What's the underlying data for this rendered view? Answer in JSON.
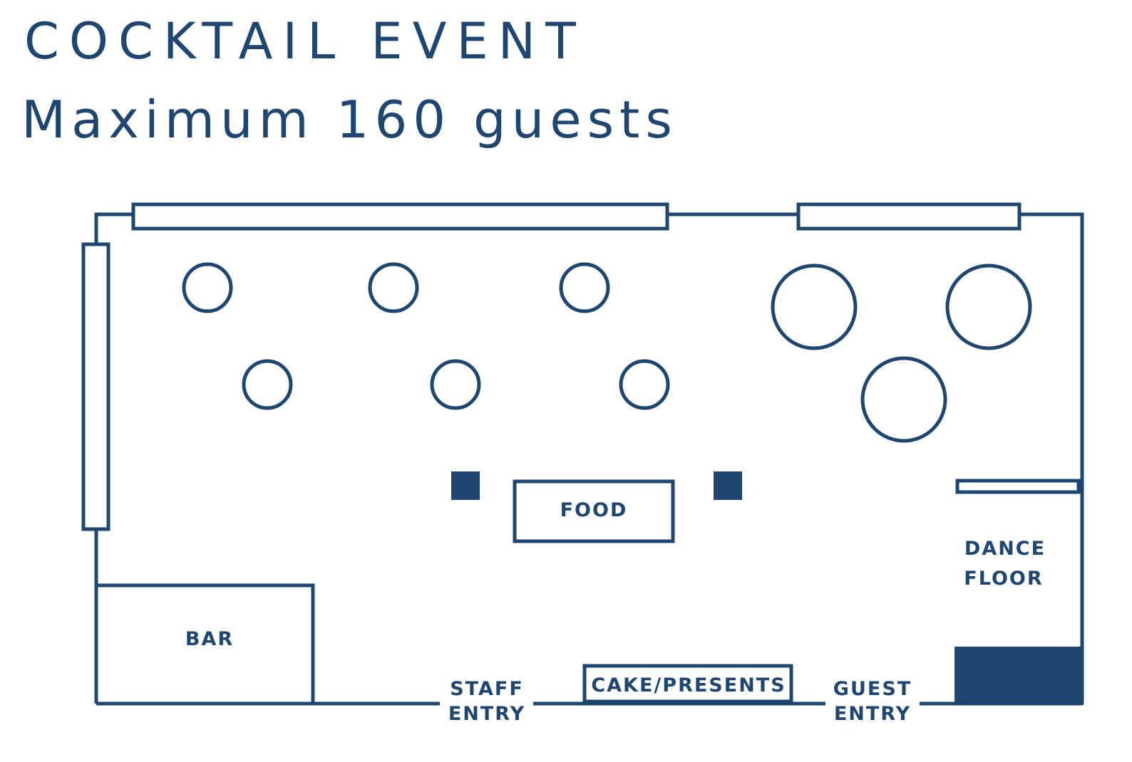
{
  "header": {
    "title": "COCKTAIL EVENT",
    "subtitle": "Maximum 160 guests"
  },
  "labels": {
    "food": "FOOD",
    "bar": "BAR",
    "dance_floor_line1": "DANCE",
    "dance_floor_line2": "FLOOR",
    "staff_entry_line1": "STAFF",
    "staff_entry_line2": "ENTRY",
    "cake_presents": "CAKE/PRESENTS",
    "guest_entry_line1": "GUEST",
    "guest_entry_line2": "ENTRY"
  },
  "colors": {
    "ink": "#1f4670",
    "background": "#ffffff"
  }
}
